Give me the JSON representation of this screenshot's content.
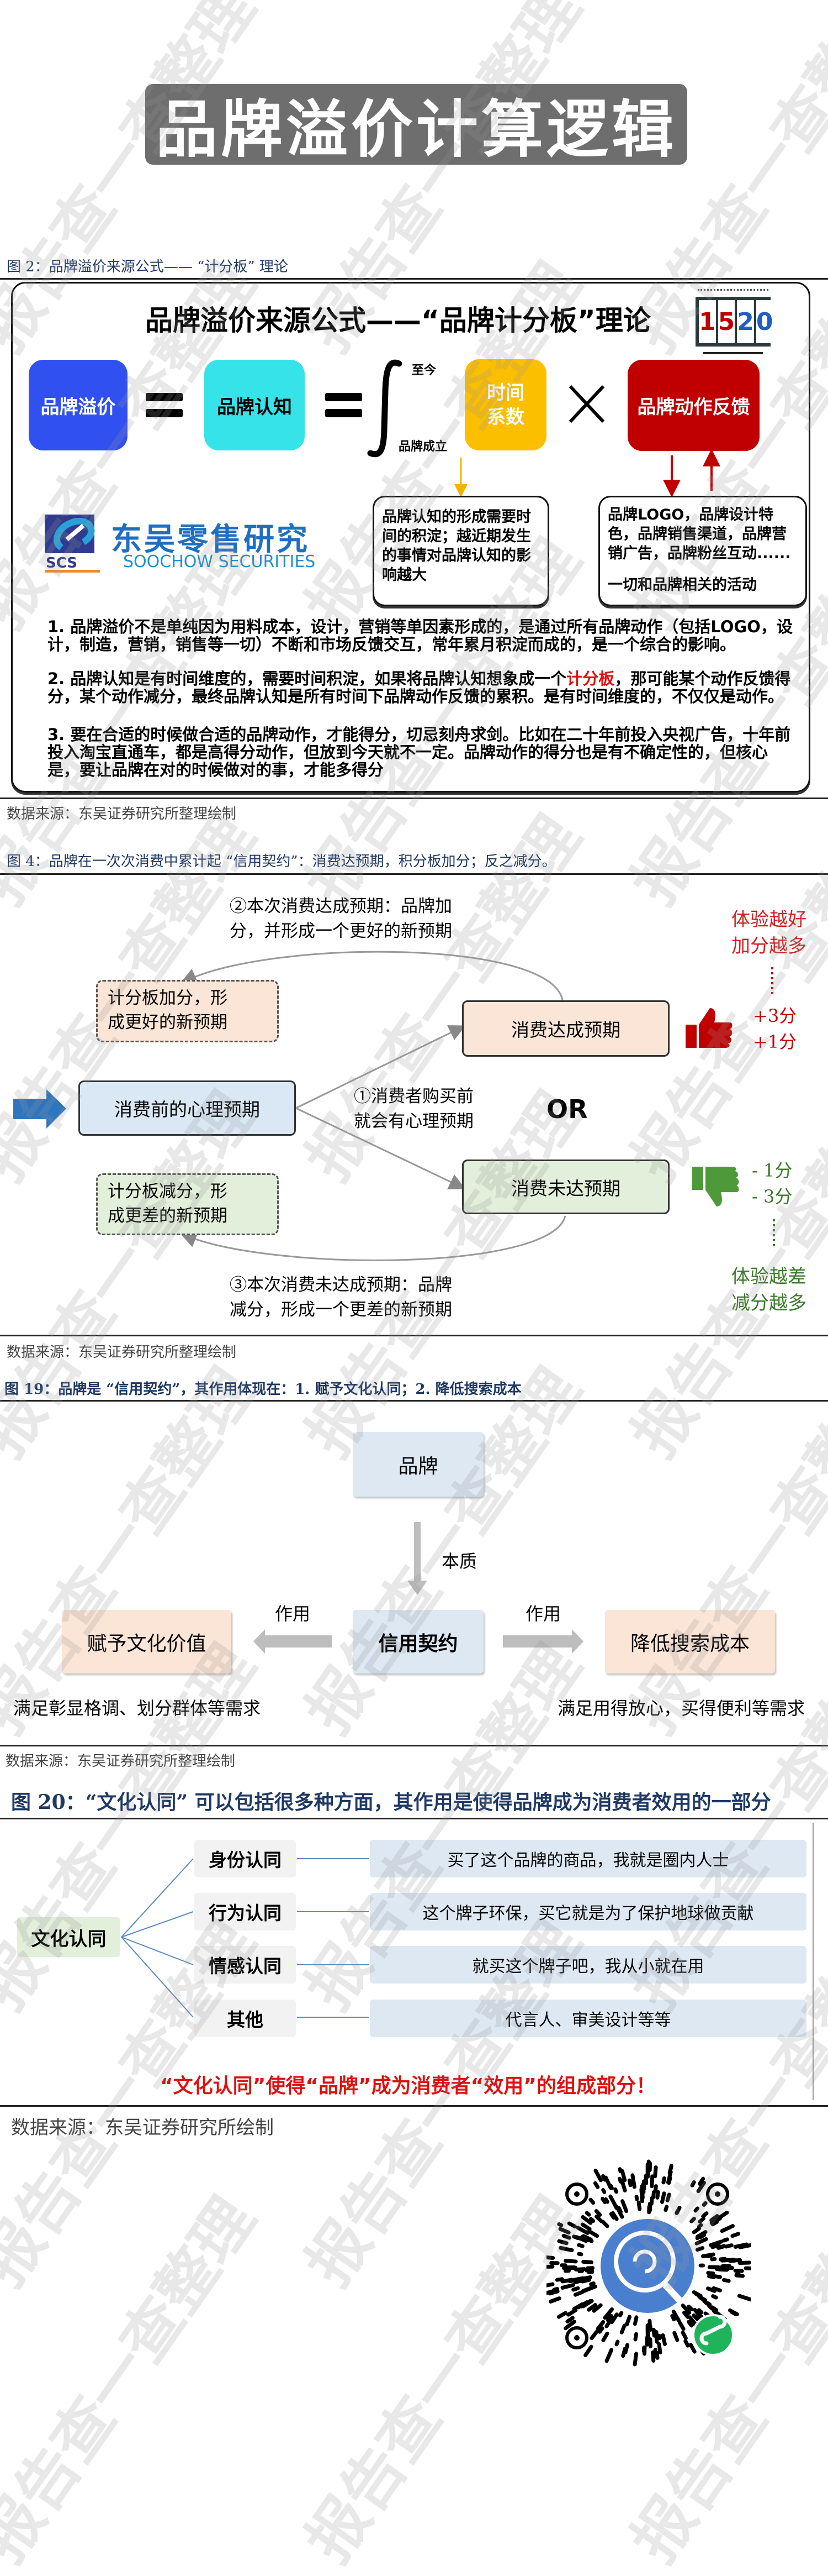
{
  "watermark": "报告查一查整理",
  "title": "品牌溢价计算逻辑",
  "fig2": {
    "caption": "图 2：品牌溢价来源公式—— “计分板” 理论",
    "heading": "品牌溢价来源公式——“品牌计分板”理论",
    "scoreboard_digits": [
      "1",
      "5",
      "2",
      "0"
    ],
    "brand_premium": "品牌溢价",
    "brand_cognition": "品牌认知",
    "integral_upper": "至今",
    "integral_lower": "品牌成立",
    "time_coeff_lines": [
      "时间",
      "系数"
    ],
    "brand_action": "品牌动作反馈",
    "left_note": "品牌认知的形成需要时间的积淀；越近期发生的事情对品牌认知的影响越大",
    "right_note": "品牌LOGO，品牌设计特色，品牌销售渠道，品牌营销广告，品牌粉丝互动......",
    "right_note_2": "一切和品牌相关的活动",
    "logo_cn": "东吴零售研究",
    "logo_en": "SOOCHOW SECURITIES",
    "logo_mark": "SCS",
    "para1": "1. 品牌溢价不是单纯因为用料成本，设计，营销等单因素形成的，是通过所有品牌动作（包括LOGO，设计，制造，营销，销售等一切）不断和市场反馈交互，常年累月积淀而成的，是一个综合的影响。",
    "para2_pre": "2. 品牌认知是有时间维度的，需要时间积淀，如果将品牌认知想象成一个",
    "para2_highlight": "计分板",
    "para2_post": "，那可能某个动作反馈得分，某个动作减分，最终品牌认知是所有时间下品牌动作反馈的累积。是有时间维度的，不仅仅是动作。",
    "para3": "3. 要在合适的时候做合适的品牌动作，才能得分，切忌刻舟求剑。比如在二十年前投入央视广告，十年前投入淘宝直通车，都是高得分动作，但放到今天就不一定。品牌动作的得分也是有不确定性的，但核心是，要让品牌在对的时候做对的事，才能多得分",
    "source": "数据来源：东吴证券研究所整理绘制",
    "colors": {
      "blue": "#3050f0",
      "cyan": "#35e3e8",
      "yellow": "#fcbf00",
      "red": "#c00000",
      "highlight": "#e01010"
    }
  },
  "fig4": {
    "caption": "图 4：品牌在一次次消费中累计起 “信用契约”：消费达预期，积分板加分；反之减分。",
    "top_text": [
      "②本次消费达成预期：品牌加",
      "分，并形成一个更好的新预期"
    ],
    "plus_box": [
      "计分板加分，形",
      "成更好的新预期"
    ],
    "met_box": "消费达成预期",
    "pre_box": "消费前的心理预期",
    "mid_text": [
      "①消费者购买前",
      "就会有心理预期"
    ],
    "or": "OR",
    "unmet_box": "消费未达预期",
    "minus_box": [
      "计分板减分，形",
      "成更差的新预期"
    ],
    "bottom_text": [
      "③本次消费未达成预期：品牌",
      "减分，形成一个更差的新预期"
    ],
    "good_label": [
      "体验越好",
      "加分越多"
    ],
    "plus_scores": [
      "+3分",
      "+1分"
    ],
    "minus_scores": [
      "- 1分",
      "- 3分"
    ],
    "bad_label": [
      "体验越差",
      "减分越多"
    ],
    "source": "数据来源：东吴证券研究所整理绘制"
  },
  "fig19": {
    "caption": "图 19：品牌是 “信用契约”，其作用体现在：1. 赋予文化认同；2. 降低搜索成本",
    "brand": "品牌",
    "essence": "本质",
    "credit": "信用契约",
    "effect_left": "作用",
    "effect_right": "作用",
    "left_box": "赋予文化价值",
    "right_box": "降低搜索成本",
    "left_note": "满足彰显格调、划分群体等需求",
    "right_note": "满足用得放心，买得便利等需求",
    "source": "数据来源：东吴证券研究所整理绘制"
  },
  "fig20": {
    "caption": "图 20：“文化认同” 可以包括很多种方面，其作用是使得品牌成为消费者效用的一部分",
    "root": "文化认同",
    "items": [
      {
        "label": "身份认同",
        "desc": "买了这个品牌的商品，我就是圈内人士"
      },
      {
        "label": "行为认同",
        "desc": "这个牌子环保，买它就是为了保护地球做贡献"
      },
      {
        "label": "情感认同",
        "desc": "就买这个牌子吧，我从小就在用"
      },
      {
        "label": "其他",
        "desc": "代言人、审美设计等等"
      }
    ],
    "slogan": "“文化认同”使得“品牌”成为消费者“效用”的组成部分！",
    "source": "数据来源：东吴证券研究所绘制"
  }
}
